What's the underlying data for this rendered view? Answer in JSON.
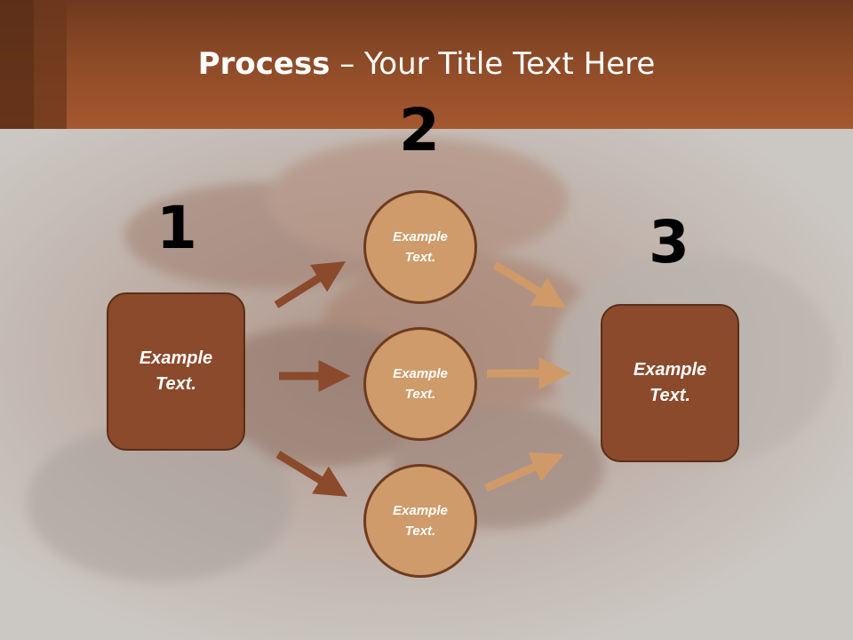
{
  "header": {
    "title_bold": "Process",
    "title_rest": " – Your Title Text Here"
  },
  "steps": {
    "step1_number": "1",
    "step2_number": "2",
    "step3_number": "3"
  },
  "left_box": {
    "text": "Example Text."
  },
  "circles": [
    {
      "text": "Example Text."
    },
    {
      "text": "Example Text."
    },
    {
      "text": "Example Text."
    }
  ],
  "right_box": {
    "text": "Example Text."
  },
  "colors": {
    "header": "#a5582f",
    "box": "#8b4a2c",
    "circle": "#cf9b6a",
    "arrow_dark": "#8b4a2c",
    "arrow_light": "#d09a68"
  }
}
